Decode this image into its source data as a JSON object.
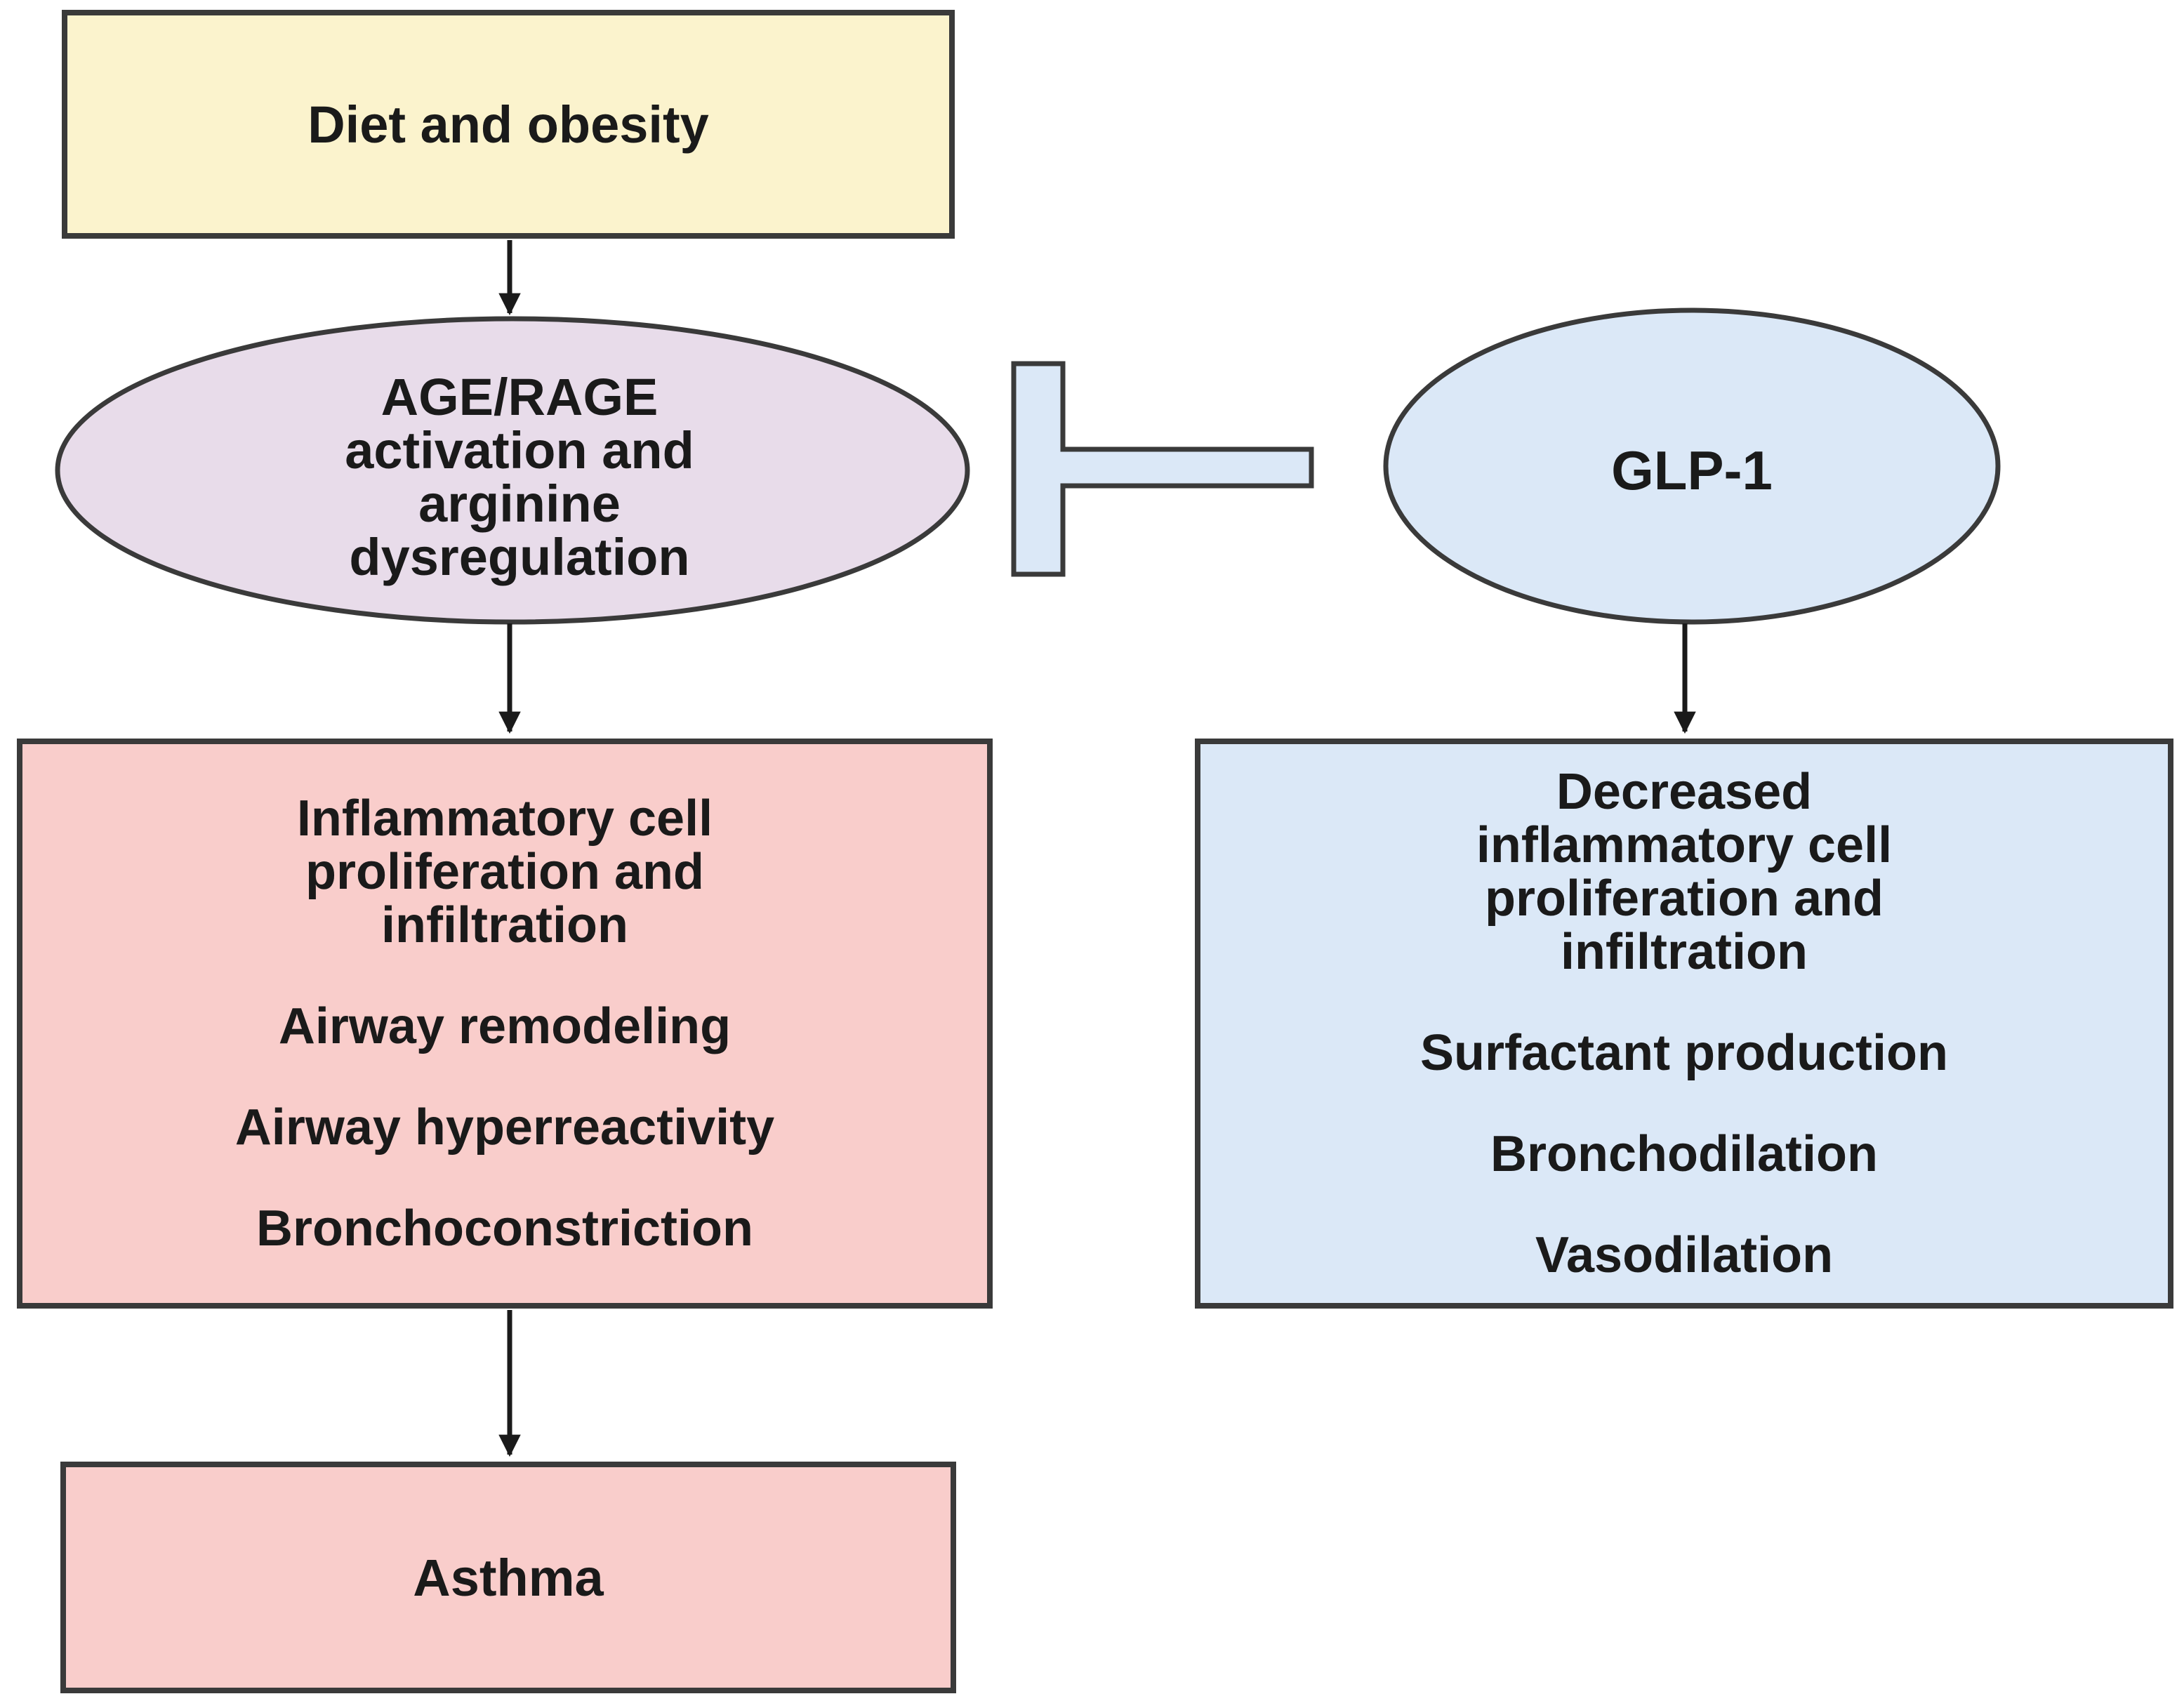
{
  "nodes": {
    "diet": {
      "label": "Diet and obesity"
    },
    "age_rage": {
      "lines": [
        "AGE/RAGE",
        "activation and",
        "arginine",
        "dysregulation"
      ]
    },
    "glp1": {
      "label": "GLP-1"
    },
    "left_effects": {
      "group_lines": [
        "Inflammatory cell",
        "proliferation and",
        "infiltration"
      ],
      "items": [
        "Airway remodeling",
        "Airway hyperreactivity",
        "Bronchoconstriction"
      ]
    },
    "right_effects": {
      "group_lines": [
        "Decreased",
        "inflammatory cell",
        "proliferation and",
        "infiltration"
      ],
      "items": [
        "Surfactant production",
        "Bronchodilation",
        "Vasodilation"
      ]
    },
    "asthma": {
      "label": "Asthma"
    }
  },
  "colors": {
    "diet_fill": "#fbf3cd",
    "age_rage_fill": "#e8dcea",
    "glp1_fill": "#dbe8f7",
    "left_effects_fill": "#f9cdcb",
    "right_effects_fill": "#dbe8f7",
    "asthma_fill": "#f9cdcb",
    "inhibitor_fill": "#dbe8f7",
    "stroke": "#3a3a3a"
  }
}
